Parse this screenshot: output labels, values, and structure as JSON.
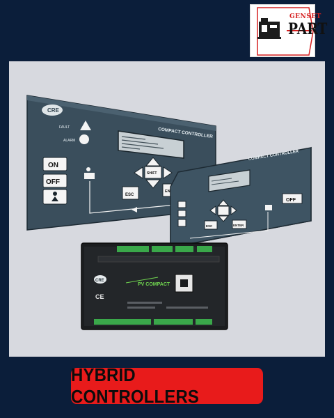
{
  "logo": {
    "top_text": "GENSET",
    "main_text": "PART"
  },
  "panel_large": {
    "brand": "CRE",
    "title": "COMPACT CONTROLLER",
    "fault_label": "FAULT",
    "alarm_label": "ALARM",
    "on_label": "ON",
    "off_label": "OFF",
    "esc_label": "ESC",
    "enter_label": "ENTER",
    "shift_label": "SHIFT"
  },
  "panel_small": {
    "title": "COMPACT CONTROLLER",
    "off_label": "OFF",
    "esc_label": "ESC",
    "enter_label": "ENTER"
  },
  "module": {
    "product_label": "PV COMPACT",
    "brand": "CRE",
    "ce_mark": "CE"
  },
  "banner": {
    "label": "HYBRID CONTROLLERS"
  }
}
